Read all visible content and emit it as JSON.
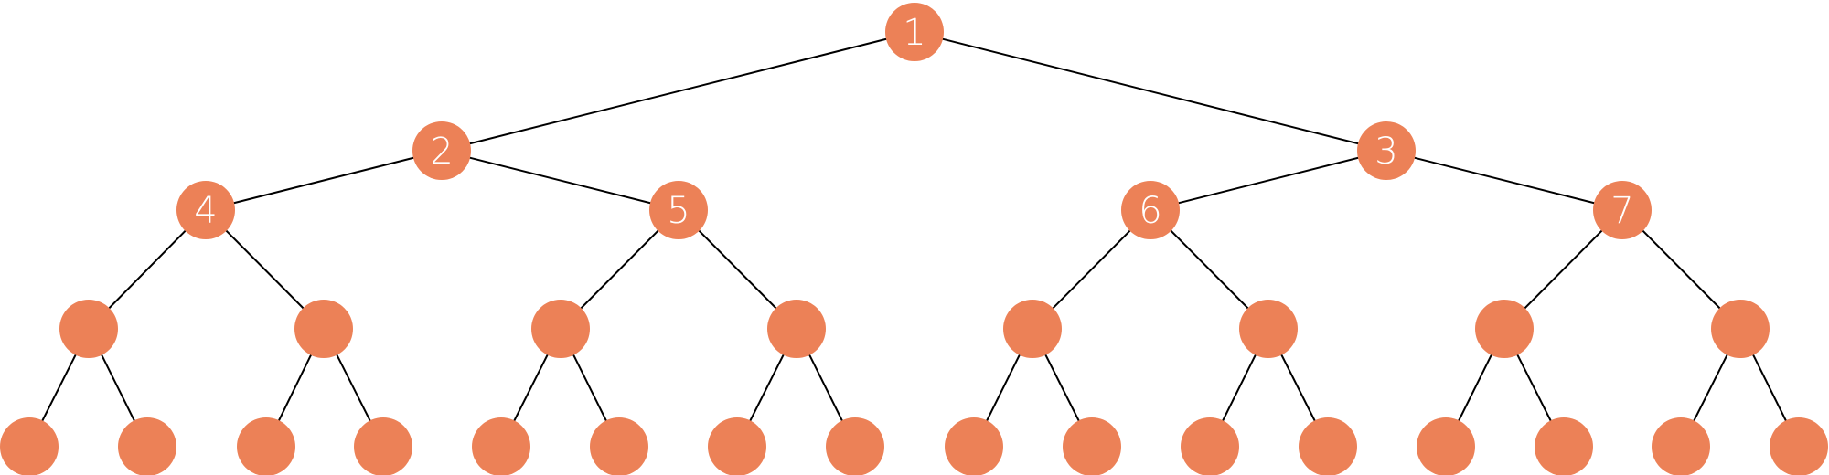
{
  "colors": {
    "node": "#EC8157",
    "edge": "#000000",
    "label": "#ffffff"
  },
  "tree": {
    "levels": 5,
    "labeled_nodes": [
      {
        "id": 1,
        "label": "1"
      },
      {
        "id": 2,
        "label": "2"
      },
      {
        "id": 3,
        "label": "3"
      },
      {
        "id": 4,
        "label": "4"
      },
      {
        "id": 5,
        "label": "5"
      },
      {
        "id": 6,
        "label": "6"
      },
      {
        "id": 7,
        "label": "7"
      }
    ]
  }
}
